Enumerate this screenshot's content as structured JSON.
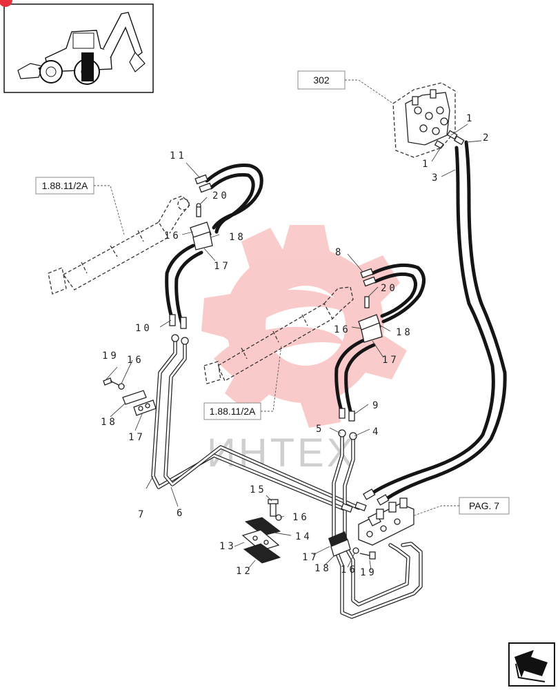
{
  "reference_boxes": {
    "valve_ref": "302",
    "cylinder_ref_upper": "1.88.11/2A",
    "cylinder_ref_lower": "1.88.11/2A",
    "page_ref": "PAG. 7"
  },
  "callouts": {
    "c1a": "1",
    "c1b": "1",
    "c2": "2",
    "c3": "3",
    "c4": "4",
    "c5": "5",
    "c6": "6",
    "c7": "7",
    "c8": "8",
    "c9": "9",
    "c10": "10",
    "c11": "11",
    "c12": "12",
    "c13": "13",
    "c14": "14",
    "c15": "15",
    "c16a": "16",
    "c16b": "16",
    "c16c": "16",
    "c16d": "16",
    "c16e": "16",
    "c17a": "17",
    "c17b": "17",
    "c17c": "17",
    "c17d": "17",
    "c18a": "18",
    "c18b": "18",
    "c18c": "18",
    "c18d": "18",
    "c19a": "19",
    "c19b": "19",
    "c20a": "20",
    "c20b": "20"
  },
  "watermark": {
    "text": "ИНТЕХ",
    "color": "#e8303a"
  },
  "colors": {
    "ink": "#151515",
    "watermark_gear": "#f26a6a",
    "corner_badge": "#e8303a"
  },
  "icons": {
    "thumbnail": "backhoe-loader-thumbnail",
    "nav": "arrow-next-page-icon"
  }
}
